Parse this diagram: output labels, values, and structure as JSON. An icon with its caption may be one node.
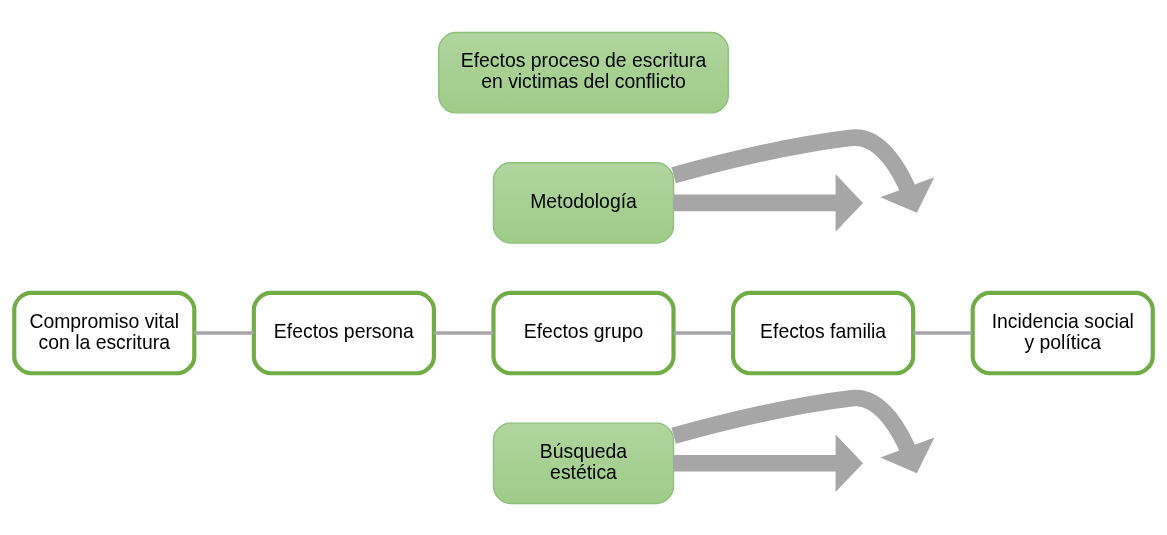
{
  "diagram": {
    "nodes": [
      {
        "text": [
          "Efectos proceso de escritura en victimas del conflicto"
        ]
      },
      {
        "text": [
          "Metodología"
        ]
      },
      {
        "text": [
          "Compromiso vital con la escritura"
        ]
      },
      {
        "text": [
          "Efectos persona"
        ]
      },
      {
        "text": [
          "Efectos grupo"
        ]
      },
      {
        "text": [
          "Efectos familia"
        ]
      },
      {
        "text": [
          "Incidencia social y política"
        ]
      },
      {
        "text": [
          "Búsqueda estética"
        ]
      }
    ],
    "edges": [
      {
        "from": 1,
        "to": null,
        "arrow": "to",
        "style": "thick"
      },
      {
        "from": 1,
        "to": null,
        "arrow": "to",
        "style": "thick"
      },
      {
        "from": 2,
        "to": 3,
        "arrow": "none"
      },
      {
        "from": 3,
        "to": 4,
        "arrow": "none"
      },
      {
        "from": 4,
        "to": 5,
        "arrow": "none"
      },
      {
        "from": 5,
        "to": 6,
        "arrow": "none"
      },
      {
        "from": 7,
        "to": null,
        "arrow": "to",
        "style": "thick"
      },
      {
        "from": 7,
        "to": null,
        "arrow": "to",
        "style": "thick"
      }
    ]
  }
}
